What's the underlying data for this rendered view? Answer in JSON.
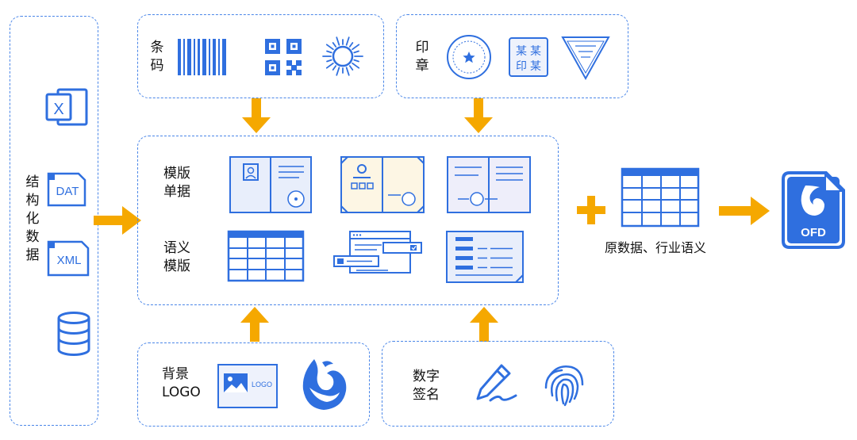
{
  "left": {
    "label": "结构化数据",
    "files": [
      "X",
      "DAT",
      "XML"
    ]
  },
  "barcode": {
    "label": "条码"
  },
  "seal": {
    "label": "印章",
    "stamp_chars": [
      "某",
      "某",
      "印",
      "某"
    ]
  },
  "template": {
    "label_doc": "模版单据",
    "label_semantic": "语义模版"
  },
  "metadata": {
    "label": "原数据、行业语义"
  },
  "background": {
    "label_line1": "背景",
    "label_line2": "LOGO",
    "logo_text": "LOGO"
  },
  "signature": {
    "label": "数字签名"
  },
  "ofd": {
    "label": "OFD"
  },
  "colors": {
    "blue": "#2f6fdf",
    "orange": "#f5a800",
    "dash": "#4a86e8",
    "fill": "#e8eefb"
  }
}
